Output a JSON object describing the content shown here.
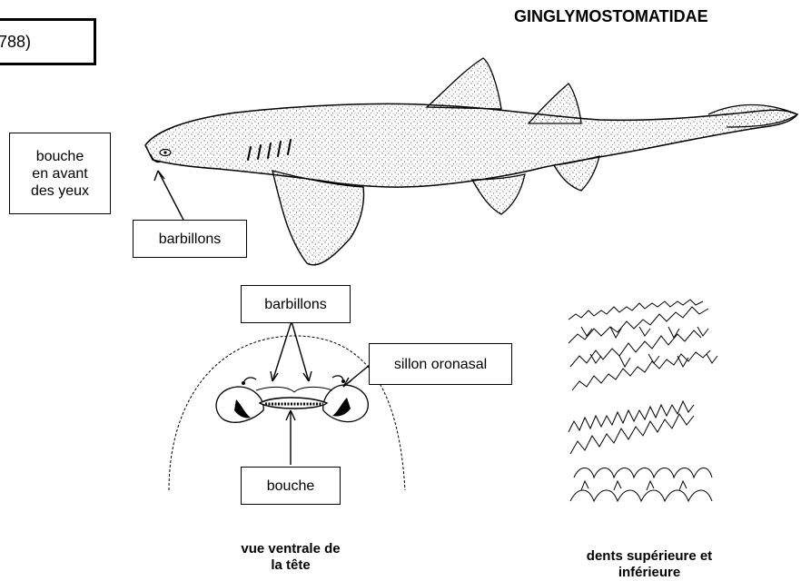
{
  "header": {
    "code_label": "788)",
    "family_name": "GINGLYMOSTOMATIDAE"
  },
  "labels": {
    "mouth_front": "bouche\nen avant\ndes yeux",
    "barbels_side": "barbillons",
    "barbels_ventral": "barbillons",
    "oronasal_groove": "sillon oronasal",
    "mouth_ventral": "bouche"
  },
  "captions": {
    "ventral_view": "vue ventrale de\nla tête",
    "teeth": "dents supérieure et\ninférieure"
  }
}
